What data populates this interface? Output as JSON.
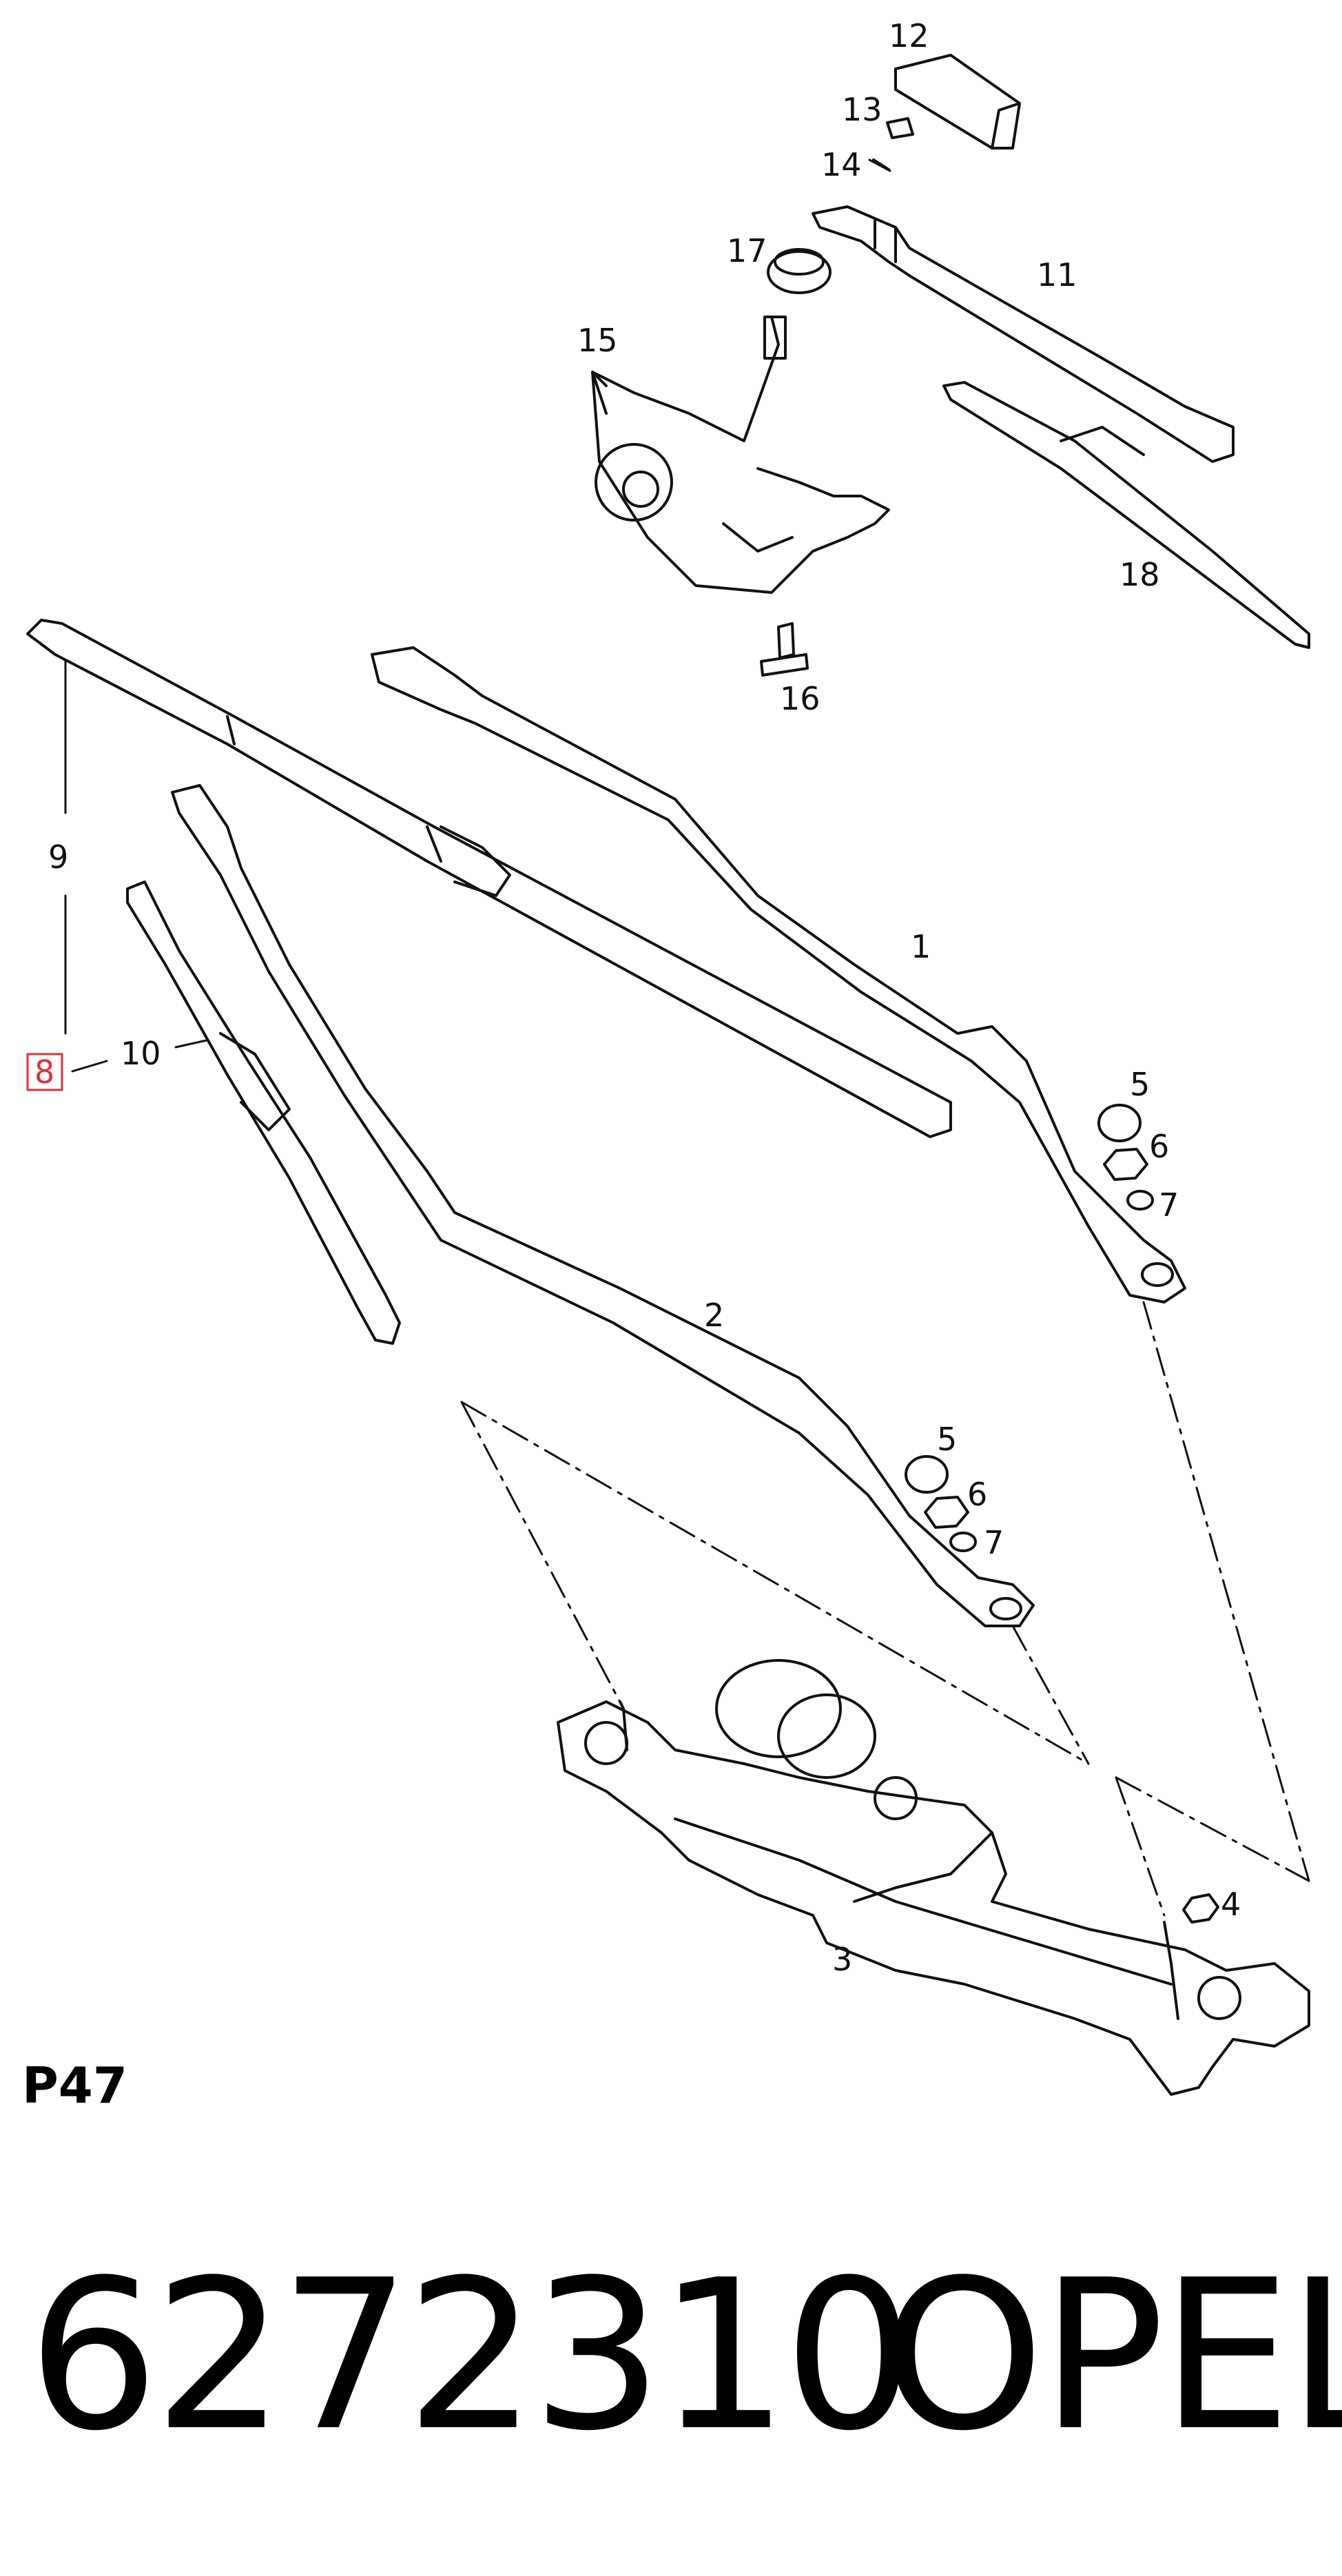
{
  "diagram": {
    "section_code": "P47",
    "highlighted_callout": "8",
    "callouts": [
      {
        "key": "c12",
        "text": "12"
      },
      {
        "key": "c13",
        "text": "13"
      },
      {
        "key": "c14",
        "text": "14"
      },
      {
        "key": "c17",
        "text": "17"
      },
      {
        "key": "c11",
        "text": "11"
      },
      {
        "key": "c15",
        "text": "15"
      },
      {
        "key": "c18",
        "text": "18"
      },
      {
        "key": "c16",
        "text": "16"
      },
      {
        "key": "c9",
        "text": "9"
      },
      {
        "key": "c1",
        "text": "1"
      },
      {
        "key": "c10",
        "text": "10"
      },
      {
        "key": "c8",
        "text": "8"
      },
      {
        "key": "c5a",
        "text": "5"
      },
      {
        "key": "c6a",
        "text": "6"
      },
      {
        "key": "c7a",
        "text": "7"
      },
      {
        "key": "c2",
        "text": "2"
      },
      {
        "key": "c5b",
        "text": "5"
      },
      {
        "key": "c6b",
        "text": "6"
      },
      {
        "key": "c7b",
        "text": "7"
      },
      {
        "key": "c4",
        "text": "4"
      },
      {
        "key": "c3",
        "text": "3"
      }
    ],
    "colors": {
      "highlight": "#e0303a",
      "line": "#111111"
    }
  },
  "footer": {
    "part_number": "6272310",
    "brand": "OPEL"
  }
}
